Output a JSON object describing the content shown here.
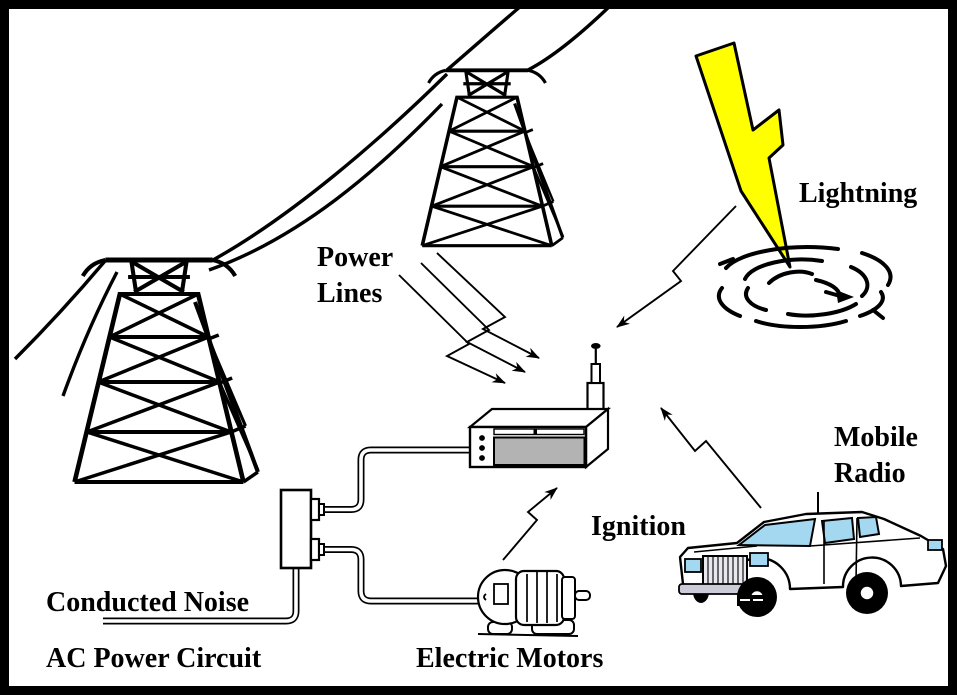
{
  "labels": {
    "power_lines_line1": "Power",
    "power_lines_line2": "Lines",
    "lightning": "Lightning",
    "mobile_radio_line1": "Mobile",
    "mobile_radio_line2": "Radio",
    "ignition": "Ignition",
    "conducted_noise": "Conducted Noise",
    "ac_power_circuit": "AC Power Circuit",
    "electric_motors": "Electric Motors"
  },
  "colors": {
    "ink": "#000000",
    "lightning-yellow": "#ffff00",
    "speaker-gray": "#b3b3b3",
    "glass-blue": "#a4d8f0",
    "bumper-gray": "#ccccd8",
    "grille-gray": "#e8e8ee"
  },
  "icons": {
    "transmission-tower-icon": "lattice high-voltage pylon line art",
    "power-line-icon": "sagging conductor wires",
    "lightning-bolt-icon": "yellow lightning bolt striking ground",
    "ground-strike-scribble-icon": "scribbled strike point",
    "radio-receiver-icon": "base-station radio box with telescopic antenna",
    "power-outlet-icon": "junction box with two plugs",
    "electric-motor-icon": "AC electric motor line art",
    "police-car-icon": "sedan with roof antenna",
    "noise-arrow-icon": "thin zigzag arrow with solid head"
  }
}
